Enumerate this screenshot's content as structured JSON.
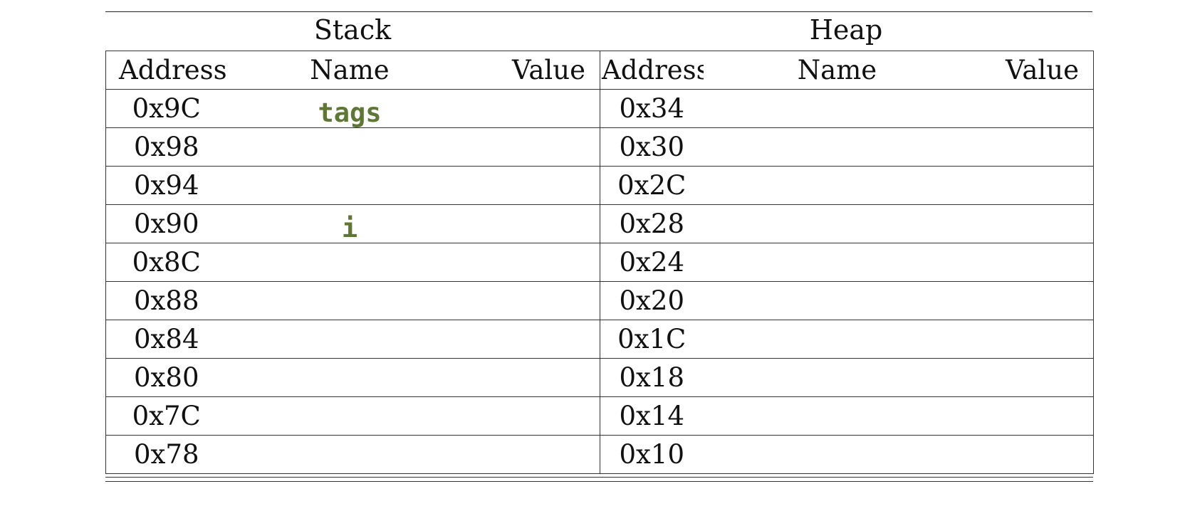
{
  "stack": {
    "title": "Stack",
    "headers": {
      "address": "Address",
      "name": "Name",
      "value": "Value"
    },
    "rows": [
      {
        "address": "0x9C",
        "name": "tags",
        "value": ""
      },
      {
        "address": "0x98",
        "name": "",
        "value": ""
      },
      {
        "address": "0x94",
        "name": "",
        "value": ""
      },
      {
        "address": "0x90",
        "name": "i",
        "value": ""
      },
      {
        "address": "0x8C",
        "name": "",
        "value": ""
      },
      {
        "address": "0x88",
        "name": "",
        "value": ""
      },
      {
        "address": "0x84",
        "name": "",
        "value": ""
      },
      {
        "address": "0x80",
        "name": "",
        "value": ""
      },
      {
        "address": "0x7C",
        "name": "",
        "value": ""
      },
      {
        "address": "0x78",
        "name": "",
        "value": ""
      }
    ]
  },
  "heap": {
    "title": "Heap",
    "headers": {
      "address": "Address",
      "name": "Name",
      "value": "Value"
    },
    "rows": [
      {
        "address": "0x34",
        "name": "",
        "value": ""
      },
      {
        "address": "0x30",
        "name": "",
        "value": ""
      },
      {
        "address": "0x2C",
        "name": "",
        "value": ""
      },
      {
        "address": "0x28",
        "name": "",
        "value": ""
      },
      {
        "address": "0x24",
        "name": "",
        "value": ""
      },
      {
        "address": "0x20",
        "name": "",
        "value": ""
      },
      {
        "address": "0x1C",
        "name": "",
        "value": ""
      },
      {
        "address": "0x18",
        "name": "",
        "value": ""
      },
      {
        "address": "0x14",
        "name": "",
        "value": ""
      },
      {
        "address": "0x10",
        "name": "",
        "value": ""
      }
    ]
  },
  "colors": {
    "variable_name": "#5f7735",
    "rule": "#333333"
  }
}
